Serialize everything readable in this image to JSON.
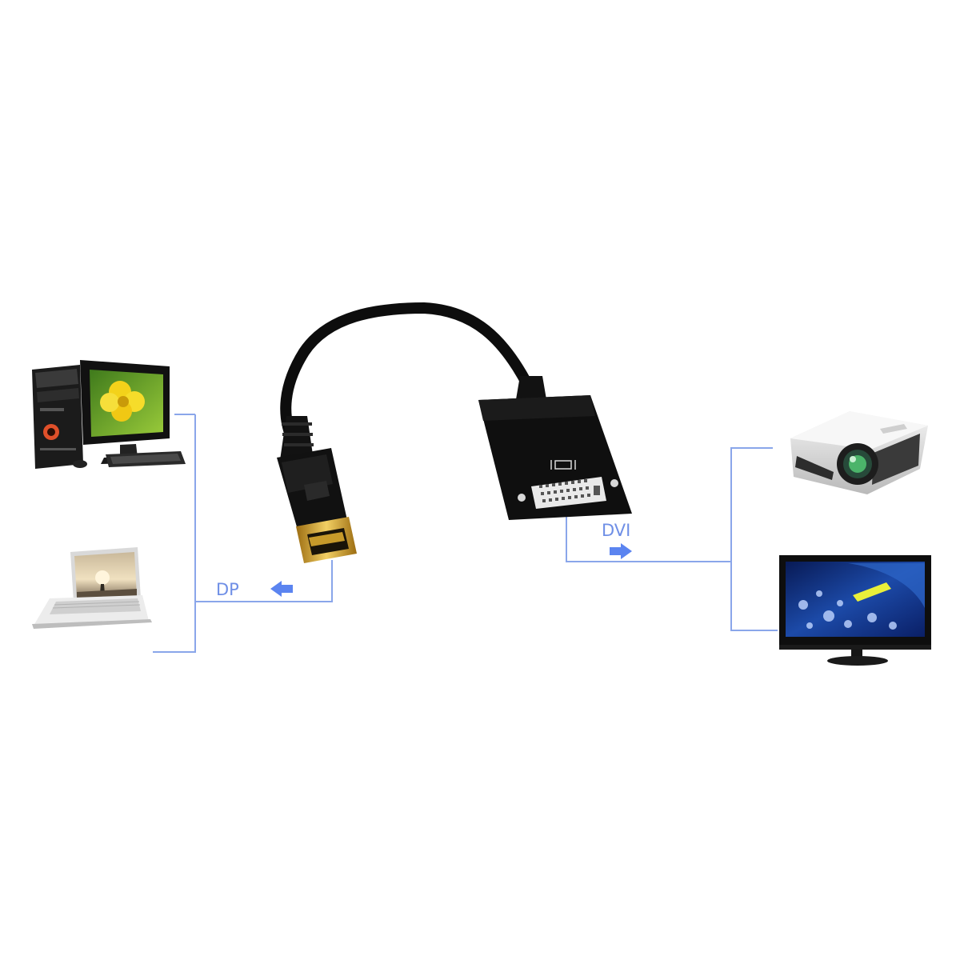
{
  "labels": {
    "source": "DP",
    "output": "DVI"
  },
  "colors": {
    "wire": "#8aa6ea",
    "label": "#6f8fe6",
    "arrow": "#5b84f0",
    "cable": "#0d0d0d",
    "gold": "#d4a22e"
  },
  "devices": {
    "left": [
      "desktop-computer",
      "laptop"
    ],
    "right": [
      "projector",
      "monitor"
    ]
  },
  "icons": {
    "left_arrow": "arrow-left-icon",
    "right_arrow": "arrow-right-icon"
  }
}
